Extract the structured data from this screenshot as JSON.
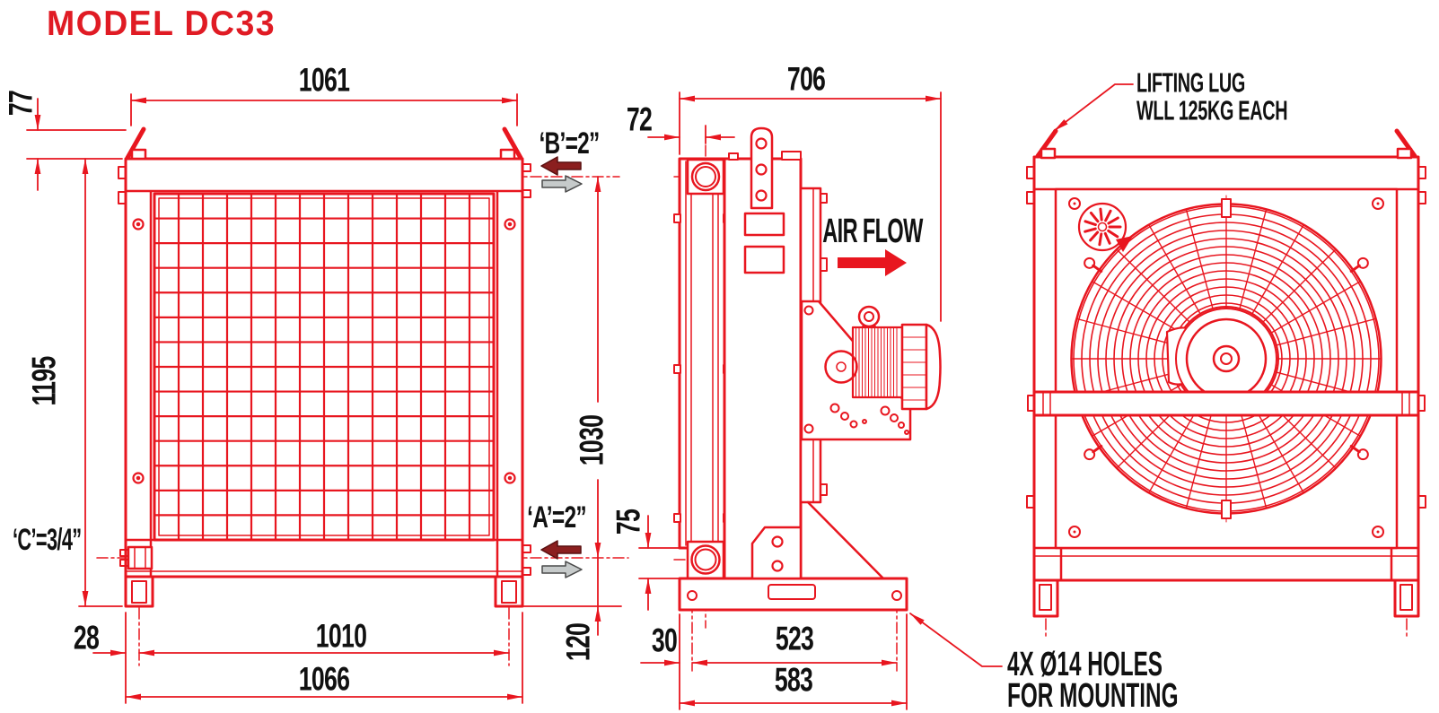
{
  "title": "MODEL DC33",
  "colors": {
    "line_red": "#e8161f",
    "text_black": "#111111",
    "title_red": "#e01b24",
    "dark_flow_arrow": "#8b1f1f",
    "gray_flow_arrow": "#c6caca"
  },
  "front_view": {
    "dim_core_width": "1061",
    "dim_lug_drop": "77",
    "dim_overall_height": "1195",
    "dim_connection_span": "1030",
    "dim_connection_to_base": "120",
    "dim_foot_inset": "28",
    "dim_foot_centres": "1010",
    "dim_overall_width": "1066",
    "port_b_label": "‘B’=2”",
    "port_a_label": "‘A’=2”",
    "port_c_label": "‘C’=3/4”"
  },
  "side_view": {
    "dim_overall_depth": "706",
    "dim_port_offset": "72",
    "dim_core_to_base": "75",
    "dim_hole_edge_offset": "30",
    "dim_hole_centres": "523",
    "dim_base_depth": "583",
    "air_flow_label": "AIR FLOW"
  },
  "rear_view": {
    "lifting_lug_callout_line1": "LIFTING LUG",
    "lifting_lug_callout_line2": "WLL 125KG EACH",
    "mounting_callout_line1": "4X Ø14 HOLES",
    "mounting_callout_line2": "FOR MOUNTING"
  }
}
